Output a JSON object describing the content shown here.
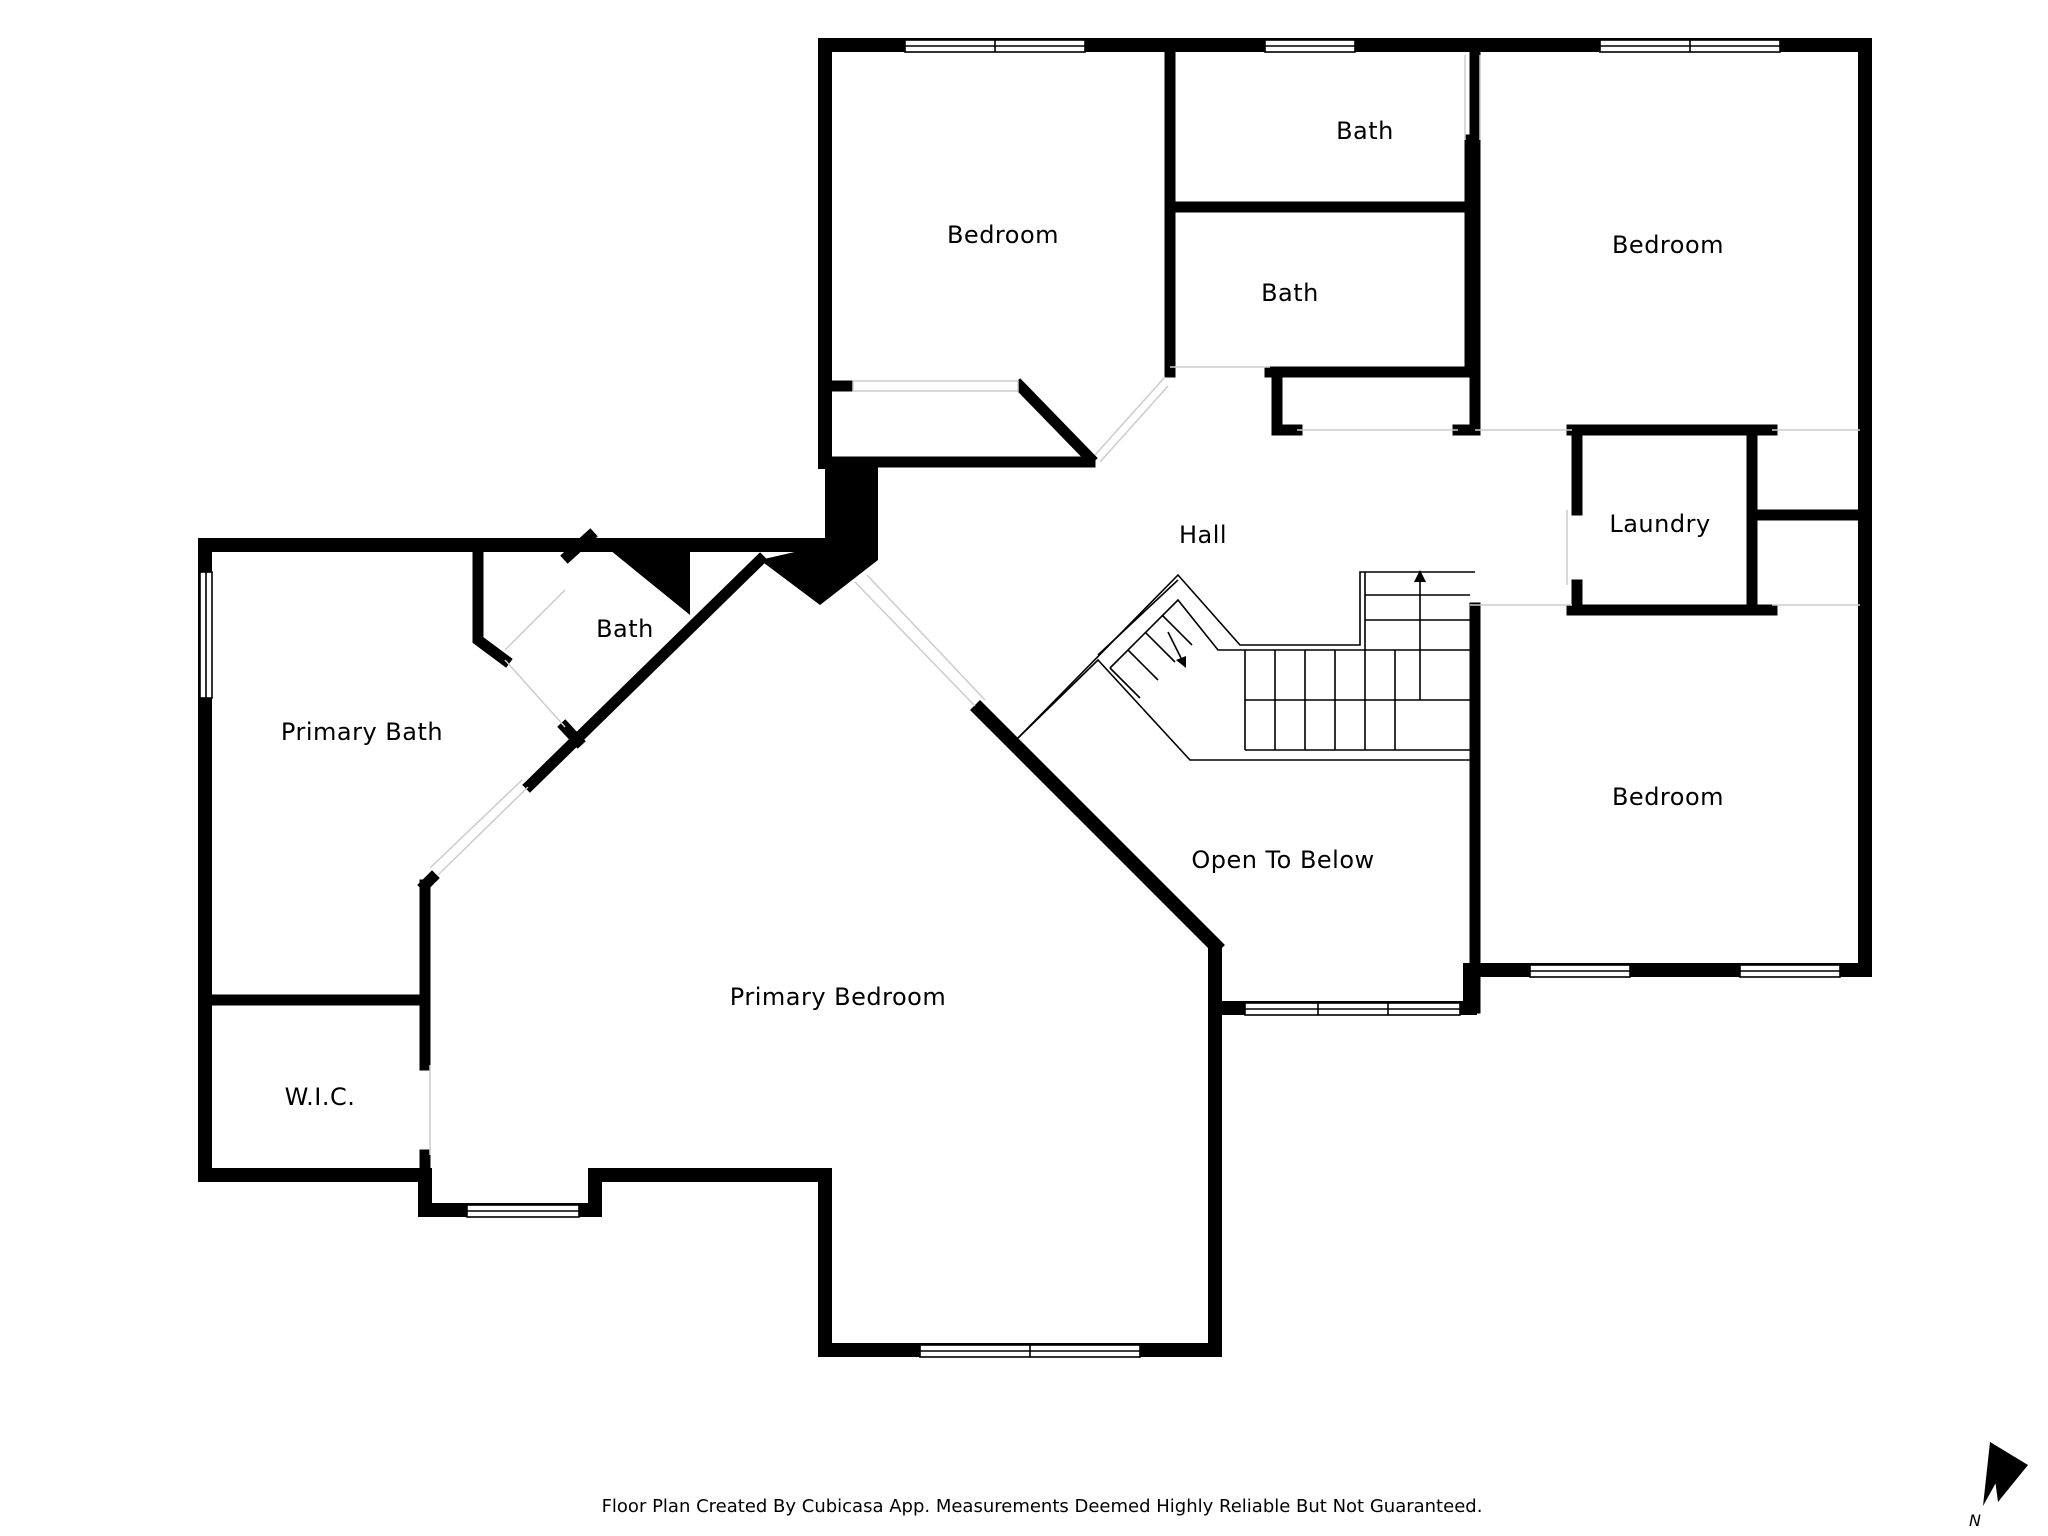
{
  "rooms": {
    "bedroom_nw": "Bedroom",
    "bath_top": "Bath",
    "bath_mid": "Bath",
    "bedroom_ne": "Bedroom",
    "hall": "Hall",
    "laundry": "Laundry",
    "bath_small": "Bath",
    "primary_bath": "Primary Bath",
    "bedroom_se": "Bedroom",
    "open_to_below": "Open To Below",
    "primary_bedroom": "Primary Bedroom",
    "wic": "W.I.C."
  },
  "footer": {
    "note": "Floor Plan Created By Cubicasa App. Measurements Deemed Highly Reliable But Not Guaranteed."
  },
  "compass": {
    "letter": "N",
    "icon": "north-arrow-icon"
  },
  "colors": {
    "wall": "#000000",
    "background": "#ffffff"
  }
}
